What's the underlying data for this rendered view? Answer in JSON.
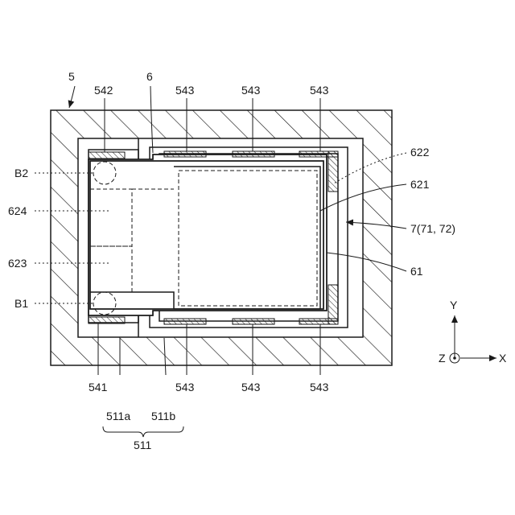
{
  "labels": {
    "l5": "5",
    "l6": "6",
    "l542": "542",
    "l543": "543",
    "l622": "622",
    "l621": "621",
    "l7": "7(71, 72)",
    "l61": "61",
    "lB2": "B2",
    "l624": "624",
    "l623": "623",
    "lB1": "B1",
    "l541": "541",
    "l511a": "511a",
    "l511b": "511b",
    "l511": "511",
    "axisX": "X",
    "axisY": "Y",
    "axisZ": "Z"
  }
}
